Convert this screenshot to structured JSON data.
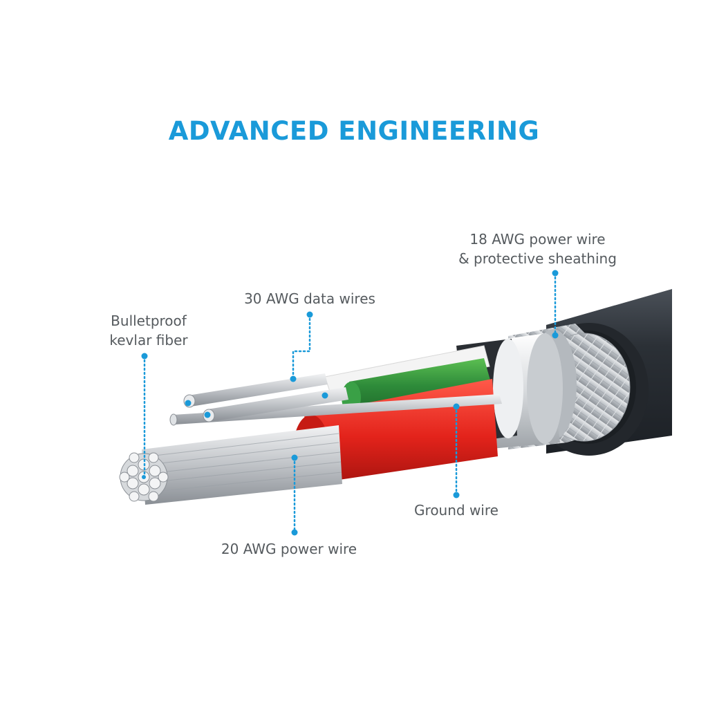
{
  "title": "ADVANCED ENGINEERING",
  "colors": {
    "accent": "#1a9ad9",
    "label_text": "#555a5e",
    "outer_jacket": "#2c3137",
    "shield_braid": "#c9cdd1",
    "green_wire": "#2e8b3a",
    "red_wire": "#e3231b",
    "white_wire": "#f4f4f4",
    "conductor_silver": "#c5c8cc"
  },
  "labels": {
    "power_18": {
      "line1": "18 AWG power wire",
      "line2": "& protective sheathing"
    },
    "data_30": {
      "text": "30 AWG data wires"
    },
    "kevlar": {
      "line1": "Bulletproof",
      "line2": "kevlar fiber"
    },
    "ground": {
      "text": "Ground wire"
    },
    "power_20": {
      "text": "20 AWG power wire"
    }
  }
}
